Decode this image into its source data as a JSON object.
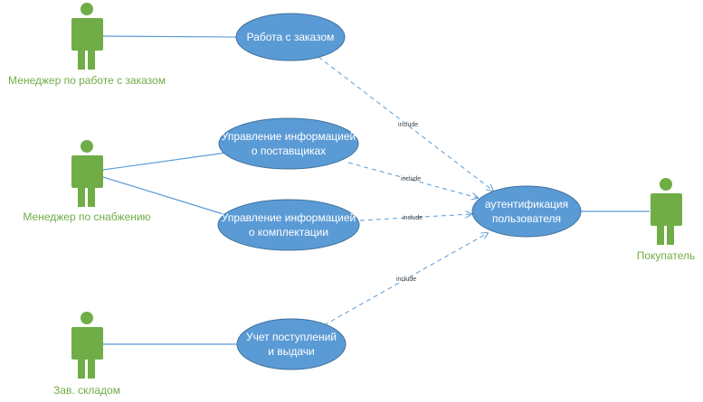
{
  "actors": {
    "order_manager": "Менеджер по работе с заказом",
    "supply_manager": "Менеджер по снабжению",
    "warehouse_head": "Зав. складом",
    "buyer": "Покупатель"
  },
  "use_cases": {
    "order_work": [
      "Работа с заказом"
    ],
    "supplier_info": [
      "Управление информацией",
      "о поставщиках"
    ],
    "kit_info": [
      "Управление информацией",
      "о комплектации"
    ],
    "receipts": [
      "Учет поступлений",
      "и выдачи"
    ],
    "auth": [
      "аутентификация",
      "пользователя"
    ]
  },
  "relation_label": "include",
  "colors": {
    "actor": "#70ad47",
    "use_case_fill": "#5b9bd5",
    "use_case_border": "#41719c",
    "line": "#5b9bd5",
    "relation_text": "#404040"
  }
}
